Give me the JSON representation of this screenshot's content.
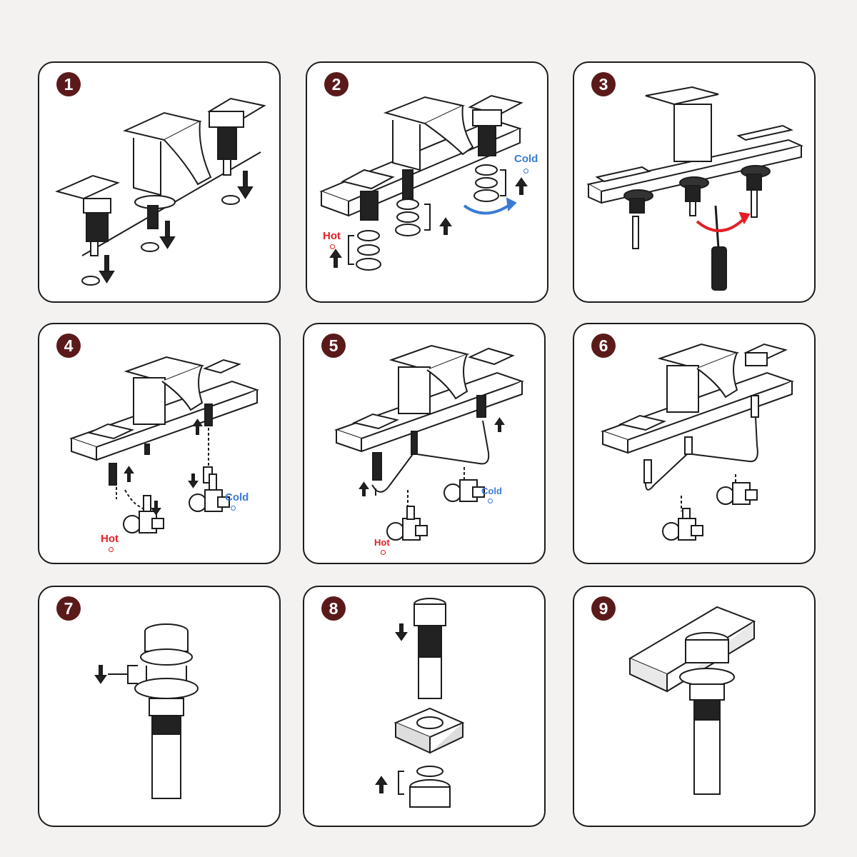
{
  "steps": [
    {
      "number": "1",
      "labels": []
    },
    {
      "number": "2",
      "labels": [
        "Hot",
        "Cold"
      ]
    },
    {
      "number": "3",
      "labels": []
    },
    {
      "number": "4",
      "labels": [
        "Hot",
        "Cold"
      ]
    },
    {
      "number": "5",
      "labels": [
        "Hot",
        "Cold"
      ]
    },
    {
      "number": "6",
      "labels": []
    },
    {
      "number": "7",
      "labels": []
    },
    {
      "number": "8",
      "labels": []
    },
    {
      "number": "9",
      "labels": []
    }
  ],
  "colors": {
    "badge": "#5b1a1a",
    "hot": "#e41e26",
    "cold": "#3a7bd5",
    "line": "#1c1c1c"
  },
  "icons": [
    "faucet-icon",
    "handle-icon",
    "arrow-down-icon",
    "arrow-up-icon",
    "washer-icon",
    "screwdriver-icon",
    "angle-valve-icon",
    "drain-icon"
  ]
}
